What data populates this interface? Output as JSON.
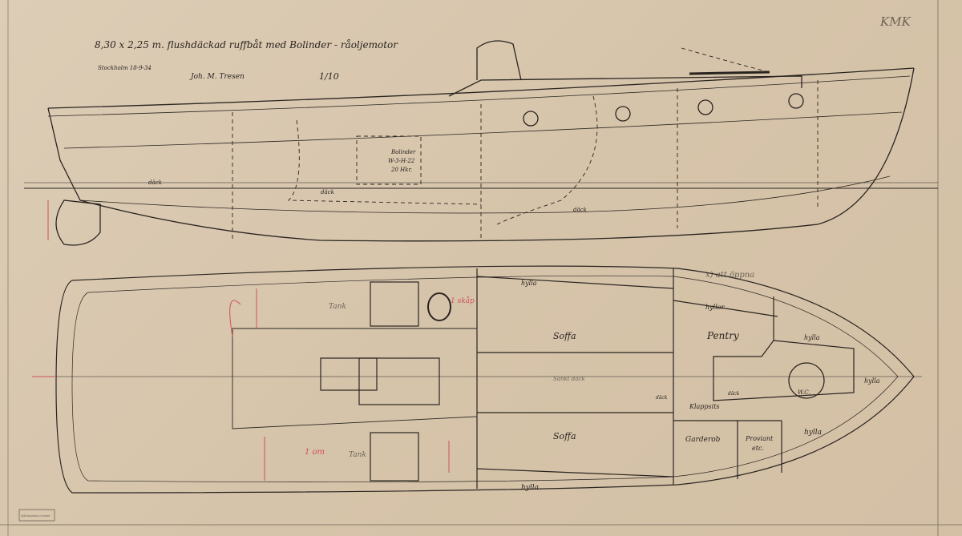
{
  "title": "8,30 x 2,25 m. flushdäckad ruffbåt med Bolinder - råoljemotor",
  "place_date": "Stockholm 18-9-34",
  "signature": "Joh. M. Tresen",
  "scale": "1/10",
  "archive_mark": "KMK",
  "stamp": "Sjöhistoriska museet",
  "profile": {
    "engine_label": [
      "Bolinder",
      "W-3-H-22",
      "20 Hkr."
    ],
    "deck_labels": [
      "däck",
      "däck",
      "däck"
    ],
    "footnote_mark": "x) att öppna"
  },
  "plan": {
    "rooms": {
      "sofa_top": "Soffa",
      "sofa_bottom": "Soffa",
      "shelf_top": "hylla",
      "shelves": "hyllor",
      "pantry": "Pentry",
      "shelf_bow_top": "hylla",
      "shelf_bow": "hylla",
      "shelf_bottom": "hylla",
      "shelf_bow_bottom": "hylla",
      "wc": "W.C.",
      "wardrobe": "Garderob",
      "provisions": [
        "Proviant",
        "etc."
      ],
      "folding_seat": "Klappsits",
      "lowered_deck": "Sänkt däck",
      "deck_1": "däck",
      "deck_2": "däck",
      "locker": "1 skåp",
      "tank_top": "Tank",
      "tank_bottom": "Tank",
      "note_red": "1 om"
    }
  }
}
